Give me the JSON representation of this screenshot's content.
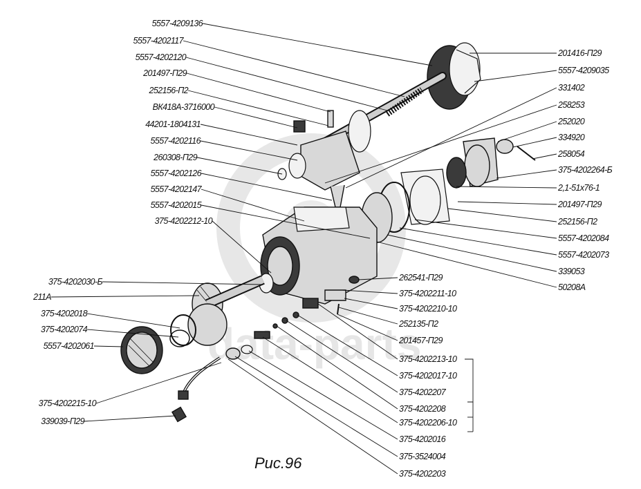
{
  "caption": "Рис.96",
  "watermark": "data-parts",
  "labels_left": [
    "5557-4209136",
    "5557-4202117",
    "5557-4202120",
    "201497-П29",
    "252156-П2",
    "ВК418А-3716000",
    "44201-1804131",
    "5557-4202116",
    "260308-П29",
    "5557-4202126",
    "5557-4202147",
    "5557-4202015",
    "375-4202212-10",
    "375-4202030-Б",
    "211А",
    "375-4202018",
    "375-4202074",
    "5557-4202061",
    "375-4202215-10",
    "339039-П29"
  ],
  "labels_right": [
    "201416-П29",
    "5557-4209035",
    "331402",
    "258253",
    "252020",
    "334920",
    "258054",
    "375-4202264-Б",
    "2,1-51x76-1",
    "201497-П29",
    "252156-П2",
    "5557-4202084",
    "5557-4202073",
    "339053",
    "50208А",
    "262541-П29",
    "375-4202211-10",
    "375-4202210-10",
    "252135-П2",
    "201457-П29",
    "375-4202213-10",
    "375-4202017-10",
    "375-4202207",
    "375-4202208",
    "375-4202206-10",
    "375-4202016",
    "375-3524004",
    "375-4202203"
  ]
}
